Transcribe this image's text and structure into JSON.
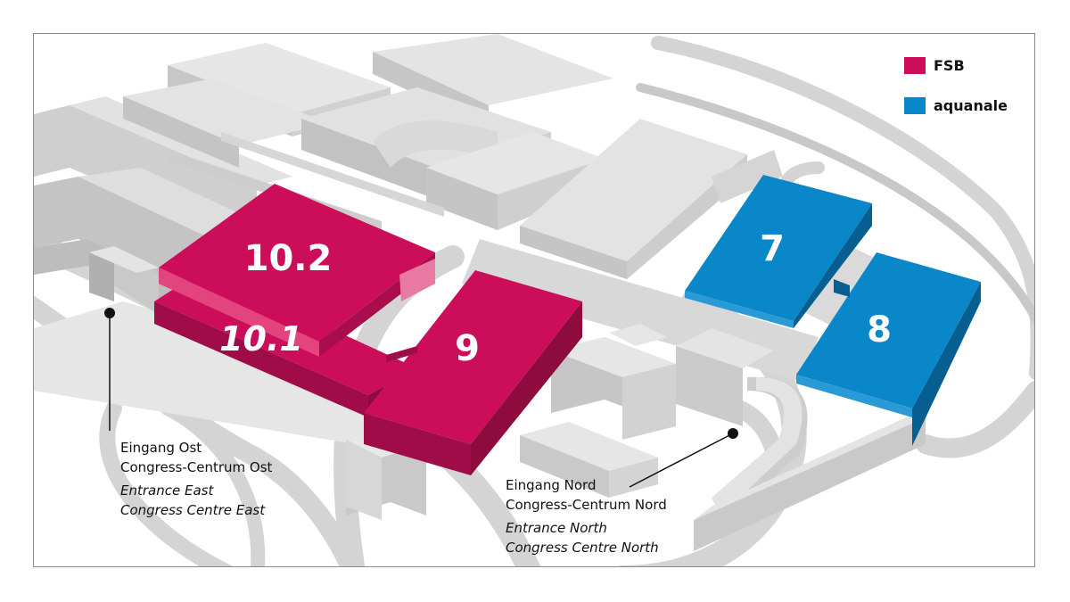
{
  "legend": {
    "items": [
      {
        "label": "FSB",
        "color": "#cc0e5a"
      },
      {
        "label": "aquanale",
        "color": "#0a87c9"
      }
    ]
  },
  "halls": [
    {
      "label": "10.2",
      "exhibitor": "FSB"
    },
    {
      "label": "10.1",
      "exhibitor": "FSB"
    },
    {
      "label": "9",
      "exhibitor": "FSB"
    },
    {
      "label": "7",
      "exhibitor": "aquanale"
    },
    {
      "label": "8",
      "exhibitor": "aquanale"
    }
  ],
  "entrances": {
    "east": {
      "de_line1": "Eingang Ost",
      "de_line2": "Congress-Centrum Ost",
      "en_line1": "Entrance East",
      "en_line2": "Congress Centre East"
    },
    "north": {
      "de_line1": "Eingang Nord",
      "de_line2": "Congress-Centrum Nord",
      "en_line1": "Entrance North",
      "en_line2": "Congress Centre North"
    }
  },
  "colors": {
    "fsb_top": "#cc0e5a",
    "fsb_side": "#8e0b3e",
    "aquanale_top": "#0a87c9",
    "aquanale_side": "#075f91",
    "building_top": "#dcdcdc",
    "building_side": "#b8b8b8",
    "road": "#d3d3d3"
  }
}
